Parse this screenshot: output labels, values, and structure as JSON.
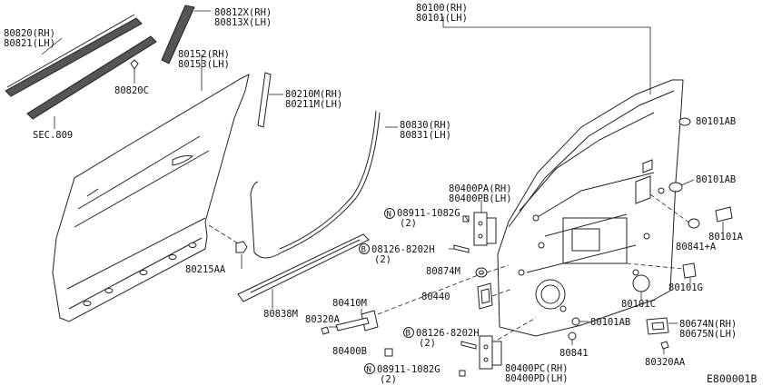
{
  "labels": {
    "p80820": "80820(RH)",
    "p80821": "80821(LH)",
    "p80820c": "80820C",
    "sec809": "SEC.809",
    "p80812x": "80812X(RH)",
    "p80813x": "80813X(LH)",
    "p80152": "80152(RH)",
    "p80153": "80153(LH)",
    "p80100": "80100(RH)",
    "p80101": "80101(LH)",
    "p80210m": "80210M(RH)",
    "p80211m": "80211M(LH)",
    "p80830": "80830(RH)",
    "p80831": "80831(LH)",
    "p80101ab_1": "80101AB",
    "p80101ab_2": "80101AB",
    "p80101ab_3": "80101AB",
    "p80400pa": "80400PA(RH)",
    "p80400pb": "80400PB(LH)",
    "n08911_top": "08911-1082G",
    "n08911_top_qty": "(2)",
    "b08126_top": "08126-8202H",
    "b08126_top_qty": "(2)",
    "p80874m": "80874M",
    "p80440": "80440",
    "p80215aa": "80215AA",
    "p80838m": "80838M",
    "p80410m": "80410M",
    "p80320a": "80320A",
    "b08126_bot": "08126-8202H",
    "b08126_bot_qty": "(2)",
    "p80400b": "80400B",
    "n08911_bot": "08911-1082G",
    "n08911_bot_qty": "(2)",
    "p80400pc": "80400PC(RH)",
    "p80400pd": "80400PD(LH)",
    "p80841": "80841",
    "p80841a": "80841+A",
    "p80101a": "80101A",
    "p80101c": "80101C",
    "p80101g": "80101G",
    "p80674n": "80674N(RH)",
    "p80675n": "80675N(LH)",
    "p80320aa": "80320AA",
    "diagram_id": "E800001B",
    "circle_n": "N",
    "circle_b": "B"
  }
}
